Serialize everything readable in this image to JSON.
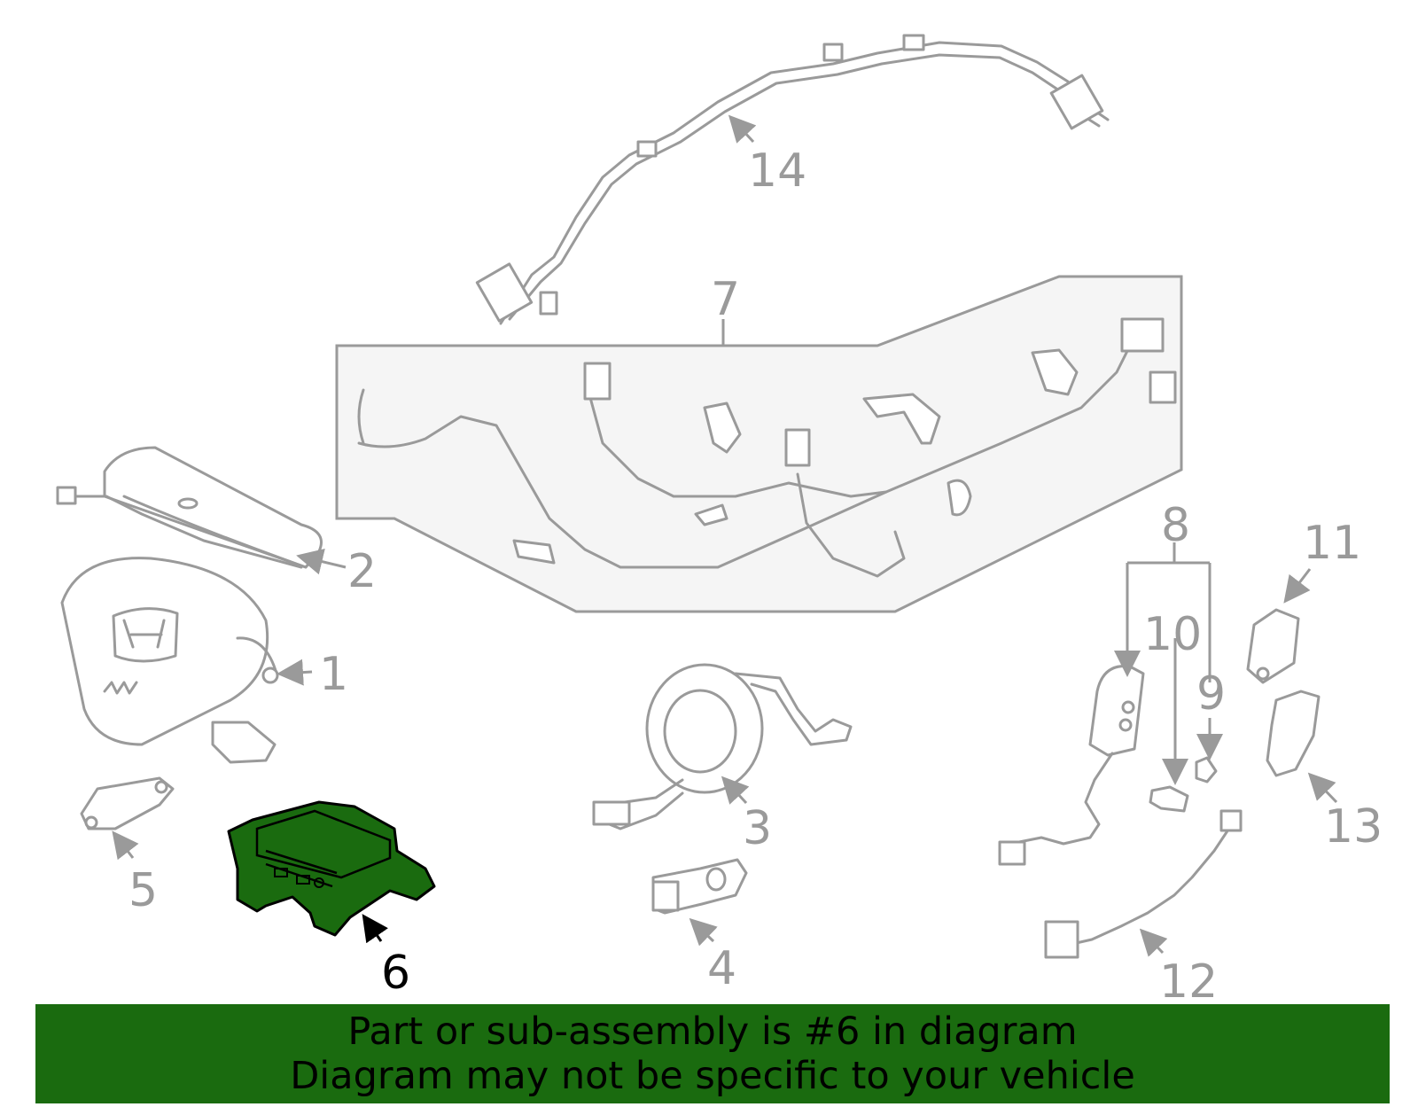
{
  "diagram": {
    "highlighted_part": "6",
    "colors": {
      "highlight": "#1a6b0f",
      "line": "#9a9a9a",
      "callout_text": "#9a9a9a",
      "callout_highlight_text": "#000000",
      "group_panel_fill": "#f5f5f5",
      "banner_fill": "#1a6b0f"
    },
    "callouts": [
      "1",
      "2",
      "3",
      "4",
      "5",
      "6",
      "7",
      "8",
      "9",
      "10",
      "11",
      "12",
      "13",
      "14"
    ]
  },
  "banner": {
    "line1": "Part or sub-assembly is #6 in diagram",
    "line2": "Diagram may not be specific to your vehicle"
  }
}
